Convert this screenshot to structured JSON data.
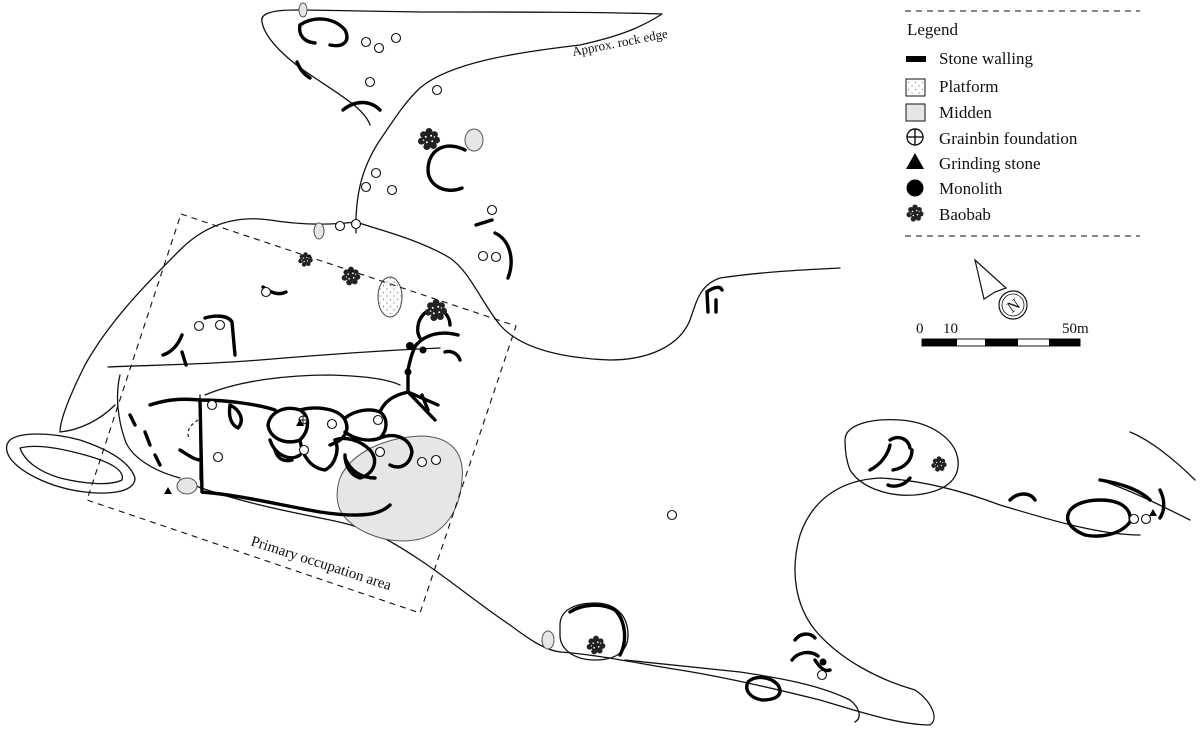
{
  "labels": {
    "rock_edge": "Approx. rock edge",
    "primary_area": "Primary occupation area"
  },
  "legend": {
    "title": "Legend",
    "items": [
      {
        "symbol": "stone-walling",
        "label": "Stone walling"
      },
      {
        "symbol": "platform",
        "label": "Platform"
      },
      {
        "symbol": "midden",
        "label": "Midden"
      },
      {
        "symbol": "grainbin-foundation",
        "label": "Grainbin foundation"
      },
      {
        "symbol": "grinding-stone",
        "label": "Grinding stone"
      },
      {
        "symbol": "monolith",
        "label": "Monolith"
      },
      {
        "symbol": "baobab",
        "label": "Baobab"
      }
    ]
  },
  "north_arrow": {
    "label": "N"
  },
  "scale_bar": {
    "ticks": [
      "0",
      "10",
      "50m"
    ]
  },
  "colors": {
    "line": "#111111",
    "midden_fill": "#e6e6e6",
    "platform_fill": "#fbfbfb",
    "background": "#ffffff"
  }
}
